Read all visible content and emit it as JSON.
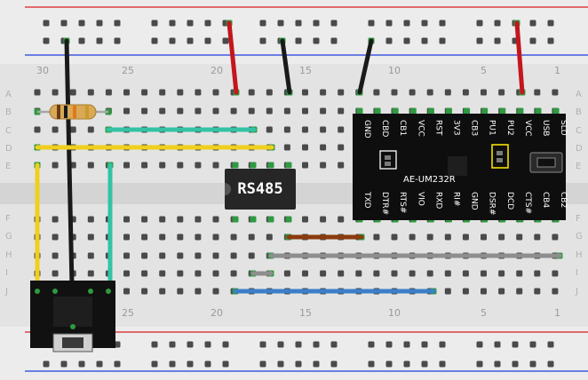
{
  "breadboard": {
    "top_column_numbers": [
      "30",
      "25",
      "20",
      "15",
      "10",
      "5",
      "1"
    ],
    "bottom_column_numbers": [
      "25",
      "20",
      "15",
      "10",
      "5",
      "1"
    ],
    "left_row_letters": [
      "A",
      "B",
      "C",
      "D",
      "E",
      "F",
      "G",
      "H",
      "I",
      "J"
    ],
    "right_row_letters": [
      "A",
      "B",
      "C",
      "D",
      "E",
      "F",
      "G",
      "H",
      "I",
      "J"
    ]
  },
  "components": {
    "rs485_chip_label": "RS485",
    "module_name": "AE-UM232R",
    "module_top_pins": [
      "GND",
      "CBD",
      "CB1",
      "VCC",
      "RST",
      "3V3",
      "CB3",
      "PU1",
      "PU2",
      "VCC",
      "USB",
      "SLD"
    ],
    "module_bottom_pins": [
      "TXD",
      "DTR#",
      "RTS#",
      "VIO",
      "RXD",
      "RI#",
      "GND",
      "DSR#",
      "DCD",
      "CTS#",
      "CB4",
      "CB2"
    ]
  },
  "colors": {
    "wire_red": "#c4161c",
    "wire_black": "#1a1a1a",
    "wire_yellow": "#f0cf1e",
    "wire_teal": "#33c3a4",
    "wire_brown": "#8a3b0e",
    "wire_gray": "#8e8e8e",
    "wire_blue": "#3b7fc8",
    "rail_red": "#d81e1e",
    "rail_blue": "#1e3cd8",
    "hole_green": "#2f9a41"
  }
}
